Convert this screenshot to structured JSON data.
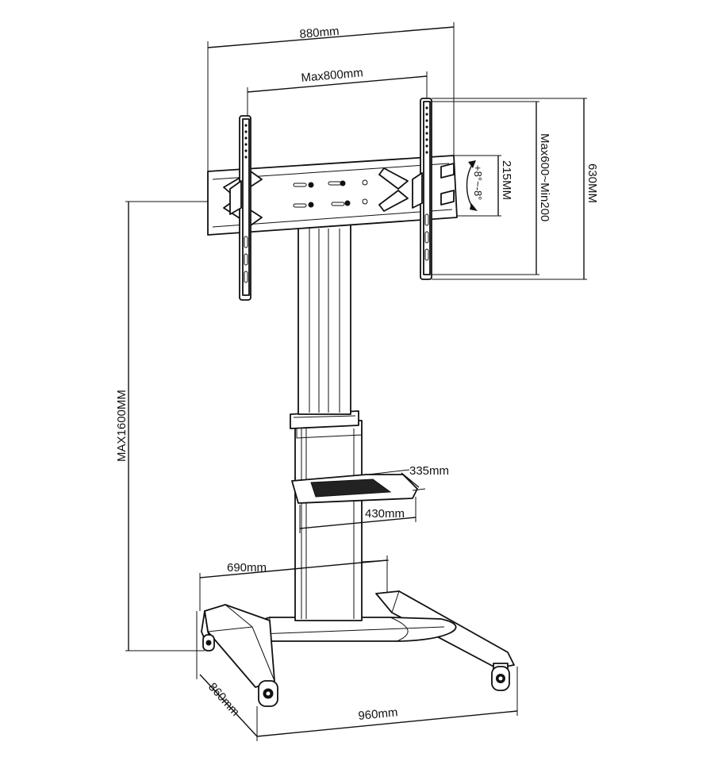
{
  "diagram": {
    "dimensions": {
      "overall_width": "880mm",
      "vesa_max_width": "Max800mm",
      "bracket_height": "630MM",
      "vesa_height_range": "Max600~Min200",
      "tilt_range_height": "215MM",
      "tilt_angle": "+8°~-8°",
      "max_height": "MAX1600MM",
      "shelf_depth": "335mm",
      "shelf_width": "430mm",
      "base_inner_width": "690mm",
      "base_depth": "860mm",
      "base_width": "960mm"
    }
  }
}
